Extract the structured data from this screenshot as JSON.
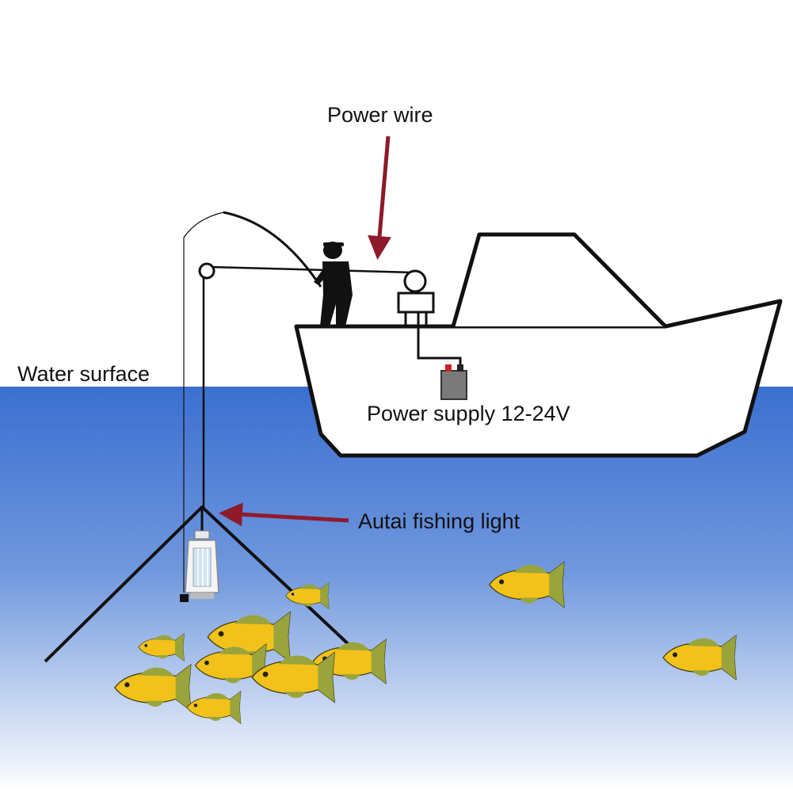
{
  "labels": {
    "power_wire": "Power wire",
    "water_surface": "Water surface",
    "power_supply": "Power supply 12-24V",
    "fishing_light": "Autai fishing light"
  },
  "colors": {
    "sky": "#ffffff",
    "water_top": "#3b6fd0",
    "water_bottom": "#ffffff",
    "arrow": "#8e1b2a",
    "fish_body": "#f2c21a",
    "fish_fin": "#9aa43c",
    "outline": "#111111"
  },
  "icons": {
    "person": "fisherman-silhouette",
    "battery": "battery-icon",
    "lamp": "fishing-light-lamp",
    "fish": "fish-icon"
  }
}
